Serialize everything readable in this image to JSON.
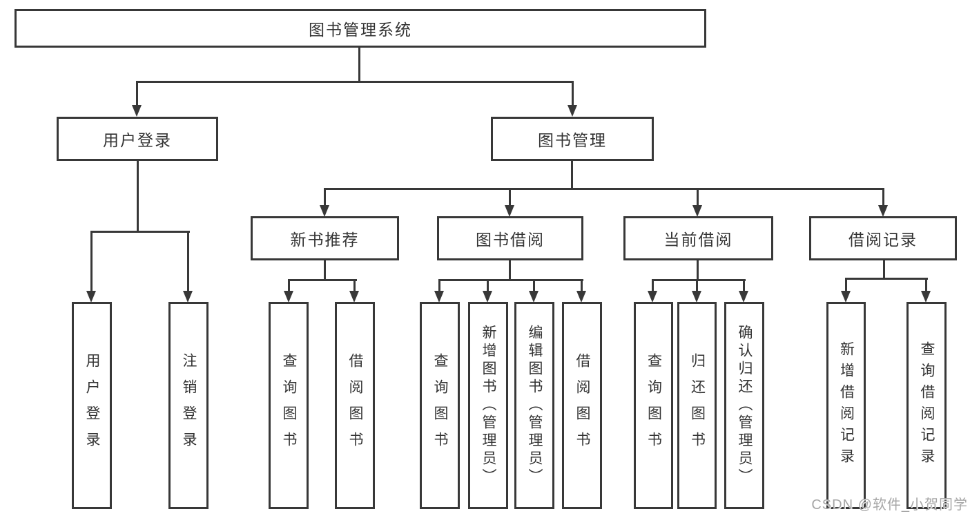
{
  "title": "图书管理系统",
  "watermark": "CSDN @软件_小贺同学",
  "colors": {
    "line": "#383838",
    "border": "#383838",
    "text": "#333333",
    "background": "#ffffff",
    "watermark": "#a6a6a6"
  },
  "nodes": {
    "root": {
      "label": "图书管理系统"
    },
    "user_login": {
      "label": "用户登录"
    },
    "book_mgmt": {
      "label": "图书管理"
    },
    "new_book_rec": {
      "label": "新书推荐"
    },
    "book_borrow": {
      "label": "图书借阅"
    },
    "current_borrow": {
      "label": "当前借阅"
    },
    "borrow_records": {
      "label": "借阅记录"
    },
    "login_leaf": {
      "label": "用户登录"
    },
    "logout_leaf": {
      "label": "注销登录"
    },
    "rec_query_book": {
      "label": "查询图书"
    },
    "rec_borrow_book": {
      "label": "借阅图书"
    },
    "bb_query_book": {
      "label": "查询图书"
    },
    "bb_add_book": {
      "label": "新增图书（管理员）"
    },
    "bb_edit_book": {
      "label": "编辑图书（管理员）"
    },
    "bb_borrow_book": {
      "label": "借阅图书"
    },
    "cb_query_book": {
      "label": "查询图书"
    },
    "cb_return_book": {
      "label": "归还图书"
    },
    "cb_confirm_return": {
      "label": "确认归还（管理员）"
    },
    "br_add_record": {
      "label": "新增借阅记录"
    },
    "br_query_record": {
      "label": "查询借阅记录"
    }
  },
  "hierarchy": {
    "图书管理系统": {
      "用户登录": [
        "用户登录",
        "注销登录"
      ],
      "图书管理": {
        "新书推荐": [
          "查询图书",
          "借阅图书"
        ],
        "图书借阅": [
          "查询图书",
          "新增图书（管理员）",
          "编辑图书（管理员）",
          "借阅图书"
        ],
        "当前借阅": [
          "查询图书",
          "归还图书",
          "确认归还（管理员）"
        ],
        "借阅记录": [
          "新增借阅记录",
          "查询借阅记录"
        ]
      }
    }
  }
}
